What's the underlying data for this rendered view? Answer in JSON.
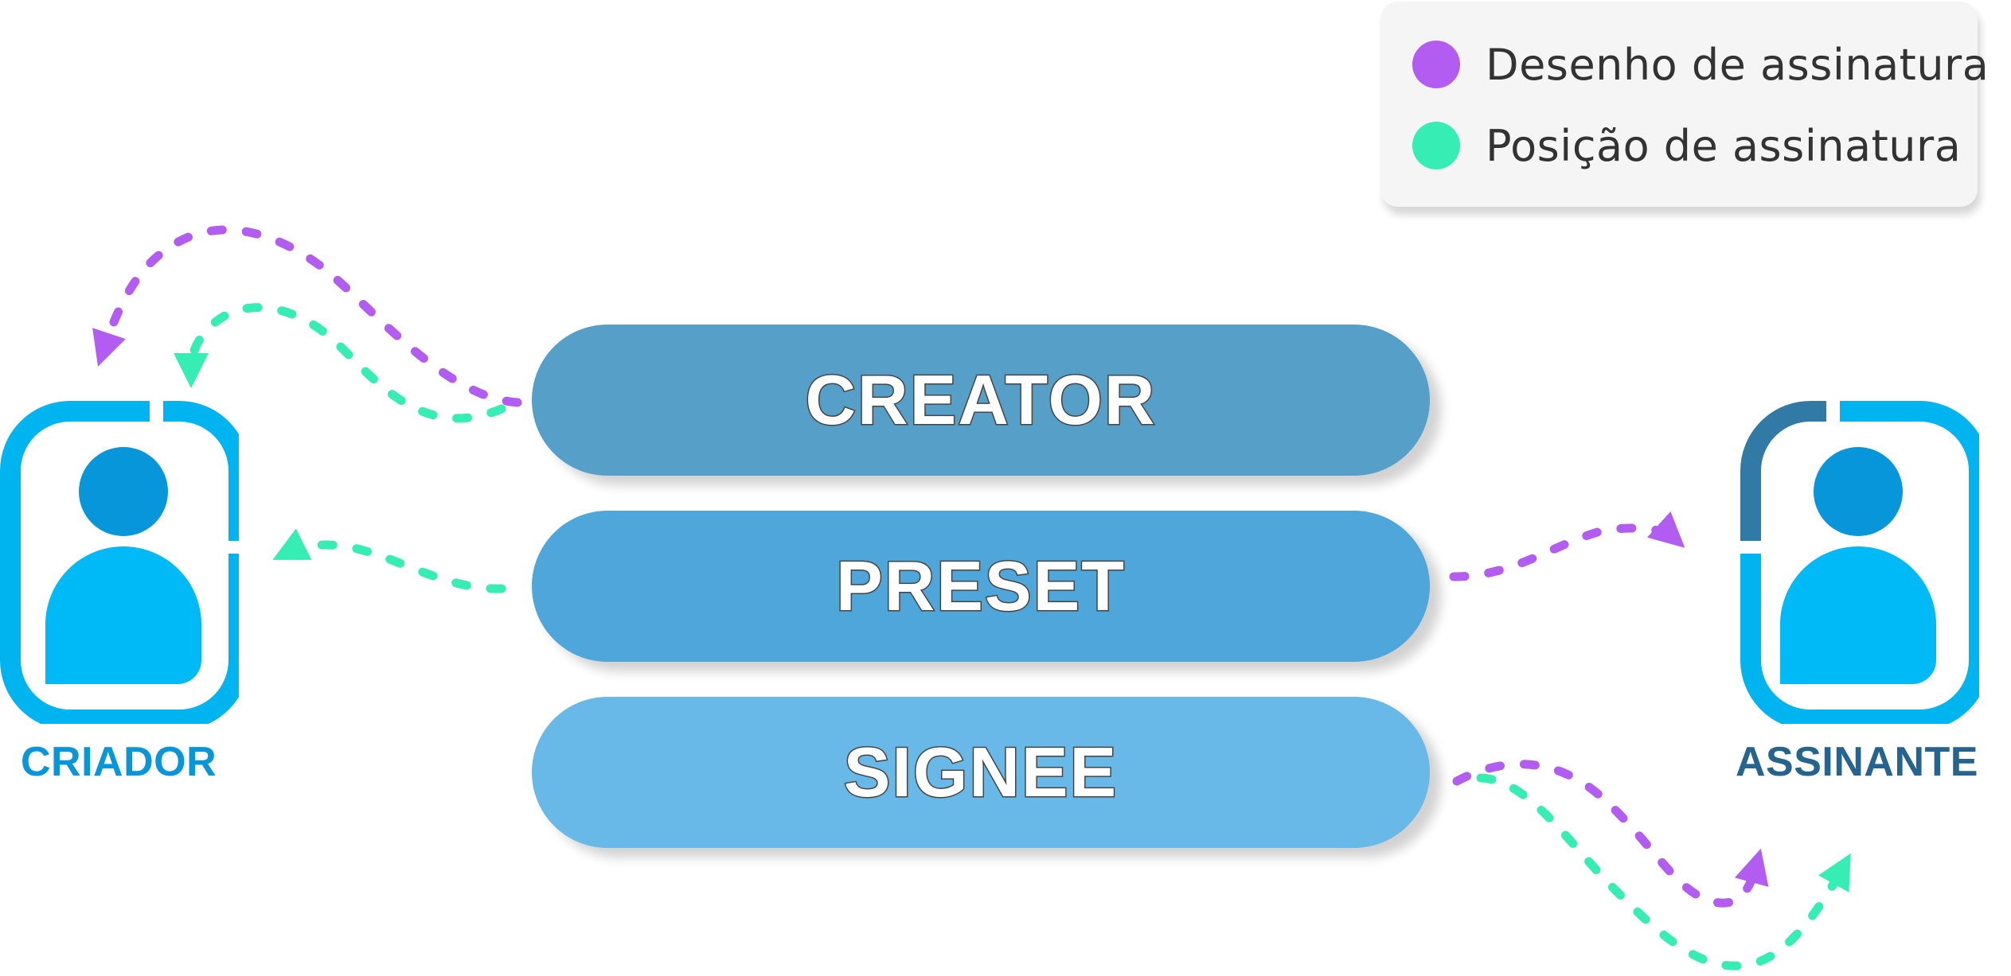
{
  "colors": {
    "design": "#b35cf2",
    "position": "#36eeb4",
    "creator_pill": "#569fc9",
    "preset_pill": "#4fa6da",
    "signee_pill": "#68b9e7",
    "actor_frame": "#00b4f0",
    "actor_head": "#0796d9",
    "actor_body": "#00b9f7",
    "actor_frame_dark": "#327aa6"
  },
  "legend": {
    "items": [
      {
        "label": "Desenho de assinatura",
        "color": "#b35cf2"
      },
      {
        "label": "Posição de assinatura",
        "color": "#36eeb4"
      }
    ]
  },
  "roles": {
    "creator": "CREATOR",
    "preset": "PRESET",
    "signee": "SIGNEE"
  },
  "actors": {
    "left": {
      "label": "CRIADOR",
      "icon": "user-icon"
    },
    "right": {
      "label": "ASSINANTE",
      "icon": "user-icon"
    }
  }
}
